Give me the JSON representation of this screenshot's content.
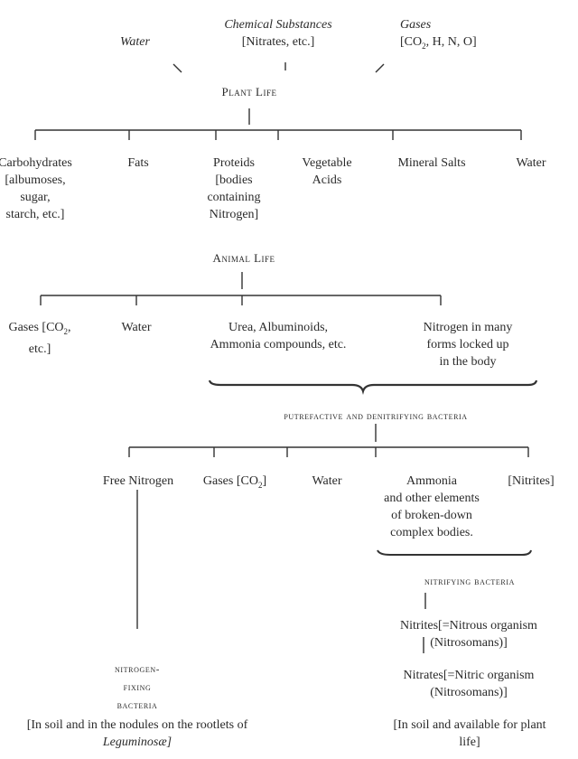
{
  "inputs": {
    "water": "Water",
    "chemical": {
      "title": "Chemical Substances",
      "detail": "[Nitrates, etc.]"
    },
    "gases": {
      "title": "Gases",
      "detail_pre": "[CO",
      "detail_sub": "2",
      "detail_post": ", H, N, O]"
    }
  },
  "plant_life": {
    "title": "Plant Life",
    "products": {
      "carbohydrates": [
        "Carbohydrates",
        "[albumoses,",
        "sugar,",
        "starch, etc.]"
      ],
      "fats": "Fats",
      "proteids": [
        "Proteids",
        "[bodies",
        "containing",
        "Nitrogen]"
      ],
      "vegetable_acids": [
        "Vegetable",
        "Acids"
      ],
      "mineral_salts": "Mineral Salts",
      "water": "Water"
    }
  },
  "animal_life": {
    "title": "Animal Life",
    "products": {
      "gases": {
        "pre": "Gases [CO",
        "sub": "2",
        "post": ",",
        "line2": "etc.]"
      },
      "water": "Water",
      "urea": [
        "Urea, Albuminoids,",
        "Ammonia compounds, etc."
      ],
      "nitrogen": [
        "Nitrogen in many",
        "forms locked up",
        "in the body"
      ]
    }
  },
  "putrefactive": {
    "title": "putrefactive and denitrifying bacteria",
    "products": {
      "free_nitrogen": "Free Nitrogen",
      "gases": {
        "pre": "Gases [CO",
        "sub": "2",
        "post": "]"
      },
      "water": "Water",
      "ammonia": [
        "Ammonia",
        "and other elements",
        "of broken-down",
        "complex bodies."
      ],
      "nitrites": "[Nitrites]"
    }
  },
  "nitrogen_fixing": {
    "title": [
      "nitrogen-",
      "fixing",
      "bacteria"
    ],
    "note": [
      "[In soil and in the nodules on the rootlets of",
      "Leguminosæ]"
    ]
  },
  "nitrifying": {
    "title": "nitrifying bacteria",
    "nitrites": [
      "Nitrites[=Nitrous organism",
      "(Nitrosomans)]"
    ],
    "nitrates": [
      "Nitrates[=Nitric organism",
      "(Nitrosomans)]"
    ],
    "note": [
      "[In soil and available for plant",
      "life]"
    ]
  }
}
